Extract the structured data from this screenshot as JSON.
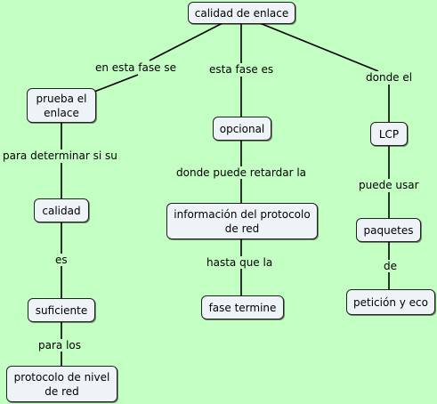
{
  "nodes": {
    "calidad_de_enlace": "calidad de enlace",
    "prueba_el_enlace": "prueba el enlace",
    "calidad": "calidad",
    "suficiente": "suficiente",
    "protocolo_de_nivel_de_red": "protocolo de nivel de red",
    "opcional": "opcional",
    "informacion_del_protocolo_de_red": "información del protocolo de red",
    "fase_termine": "fase termine",
    "lcp": "LCP",
    "paquetes": "paquetes",
    "peticion_y_eco": "petición y eco"
  },
  "links": {
    "en_esta_fase_se": "en esta fase se",
    "esta_fase_es": "esta fase es",
    "donde_el": "donde el",
    "para_determinar_si_su": "para determinar si su",
    "es": "es",
    "para_los": "para los",
    "donde_puede_retardar_la": "donde puede retardar la",
    "hasta_que_la": "hasta que la",
    "puede_usar": "puede usar",
    "de": "de"
  }
}
